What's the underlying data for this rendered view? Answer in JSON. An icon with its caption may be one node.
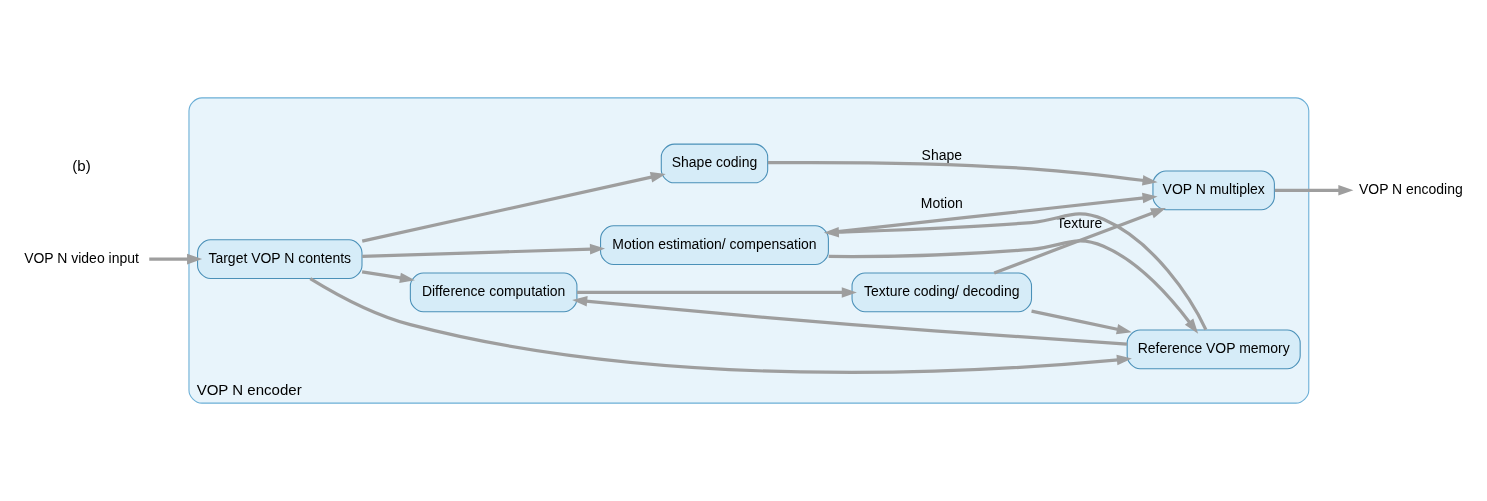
{
  "diagram": {
    "nodes": [
      {
        "text": [
          "VOP N encoder"
        ]
      },
      {
        "text": [
          "VOP N video input"
        ]
      },
      {
        "text": [
          "Target VOP N contents"
        ],
        "in": 0
      },
      {
        "text": [
          "Difference computation"
        ],
        "in": 0
      },
      {
        "text": [
          "Texture coding/ decoding"
        ],
        "in": 0
      },
      {
        "text": [
          "Reference VOP memory"
        ],
        "in": 0
      },
      {
        "text": [
          "Motion estimation/ compensation"
        ],
        "in": 0
      },
      {
        "text": [
          "Shape coding"
        ],
        "in": 0
      },
      {
        "text": [
          "VOP N multiplex"
        ],
        "in": 0
      },
      {
        "text": [
          "VOP N encoding"
        ]
      }
    ],
    "edges": [
      {
        "from": 1,
        "to": 2,
        "arrow": "to"
      },
      {
        "from": 2,
        "to": 3,
        "arrow": "to"
      },
      {
        "from": 2,
        "to": 5,
        "arrow": "to"
      },
      {
        "from": 2,
        "to": 6,
        "arrow": "to"
      },
      {
        "from": 2,
        "to": 7,
        "arrow": "to"
      },
      {
        "from": 3,
        "to": 4,
        "arrow": "to"
      },
      {
        "from": 4,
        "to": 5,
        "arrow": "to"
      },
      {
        "from": 5,
        "to": 3,
        "arrow": "to"
      },
      {
        "from": 5,
        "to": 6,
        "arrow": "to"
      },
      {
        "from": 6,
        "to": 5,
        "arrow": "to"
      },
      {
        "from": 4,
        "to": 8,
        "label": "Texture",
        "arrow": "to"
      },
      {
        "from": 6,
        "to": 8,
        "label": "Motion",
        "arrow": "to"
      },
      {
        "from": 7,
        "to": 8,
        "label": "Shape",
        "arrow": "to"
      },
      {
        "from": 8,
        "to": 9,
        "arrow": "to"
      }
    ],
    "labels": [
      "(b)"
    ]
  }
}
